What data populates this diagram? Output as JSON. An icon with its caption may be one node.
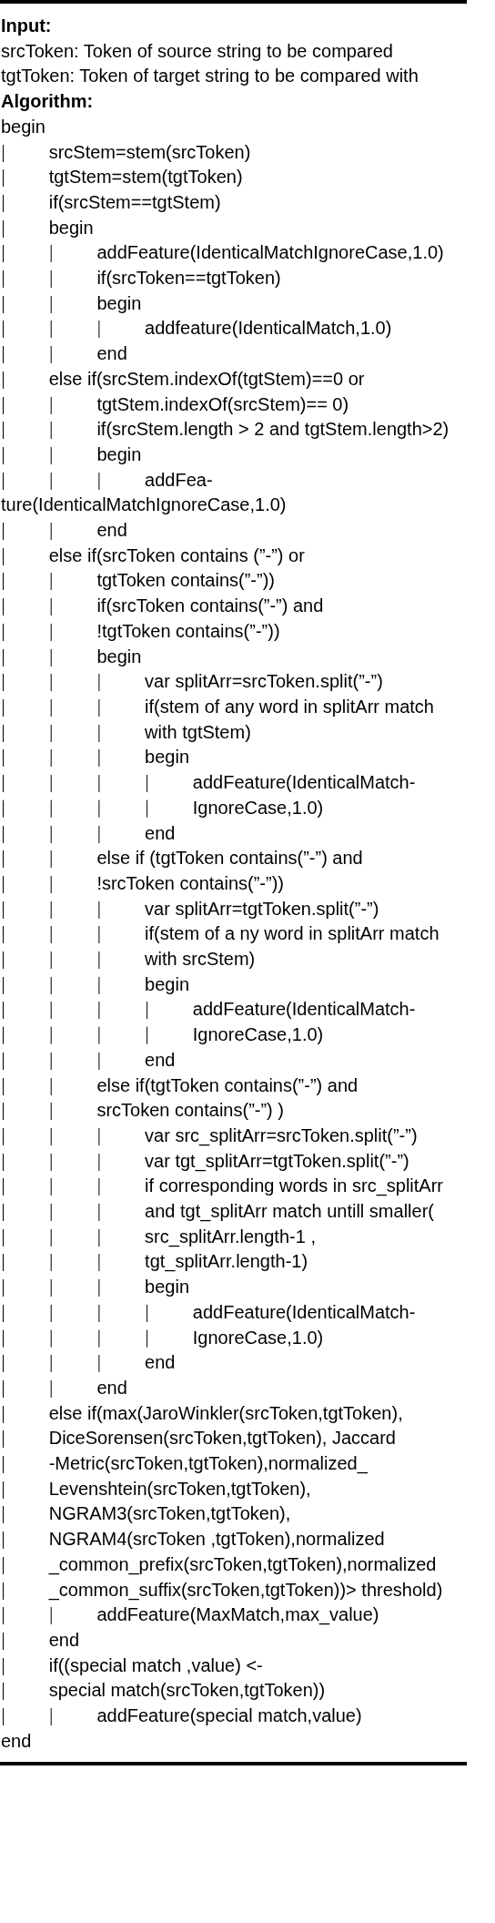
{
  "diagram": {
    "labels": [
      "Input:",
      "srcToken: Token of source string to be compared",
      "tgtToken: Token of target string to be compared with",
      "Algorithm:",
      "begin",
      "srcStem=stem(srcToken)",
      "tgtStem=stem(tgtToken)",
      "if(srcStem==tgtStem)",
      "begin",
      "addFeature(IdenticalMatchIgnoreCase,1.0)",
      "if(srcToken==tgtToken)",
      "begin",
      "addfeature(IdenticalMatch,1.0)",
      "end",
      "else if(srcStem.indexOf(tgtStem)==0 or",
      "tgtStem.indexOf(srcStem)== 0)",
      "if(srcStem.length > 2 and tgtStem.length>2)",
      "begin",
      "addFea- ture(IdenticalMatchIgnoreCase,1.0)",
      "end",
      "else if(srcToken contains (”-”) or",
      "tgtToken contains(”-”))",
      "if(srcToken contains(”-”) and",
      "!tgtToken contains(”-”))",
      "begin",
      "var splitArr=srcToken.split(”-”)",
      "if(stem of any word in splitArr match",
      "with tgtStem)",
      "begin",
      "addFeature(IdenticalMatch- IgnoreCase,1.0)",
      "end",
      "else if (tgtToken contains(”-”) and",
      "!srcToken contains(”-”))",
      "var splitArr=tgtToken.split(”-”)",
      "if(stem of a ny word in splitArr match",
      "with srcStem)",
      "begin",
      "addFeature(IdenticalMatch- IgnoreCase,1.0)",
      "end",
      "else if(tgtToken contains(”-”) and",
      "srcToken contains(”-”) )",
      "var src_splitArr=srcToken.split(”-”)",
      "var tgt_splitArr=tgtToken.split(”-”)",
      "if corresponding words in src_splitArr",
      "and tgt_splitArr match untill smaller(",
      "src_splitArr.length-1 ,",
      "tgt_splitArr.length-1)",
      "begin",
      "addFeature(IdenticalMatch- IgnoreCase,1.0)",
      "end",
      "end",
      "else if(max(JaroWinkler(srcToken,tgtToken),",
      "DiceSorensen(srcToken,tgtToken), Jaccard",
      "-Metric(srcToken,tgtToken),normalized_",
      "Levenshtein(srcToken,tgtToken),",
      "NGRAM3(srcToken,tgtToken),",
      "NGRAM4(srcToken ,tgtToken),normalized",
      "_common_prefix(srcToken,tgtToken),normalized",
      "_common_suffix(srcToken,tgtToken))> threshold)",
      "addFeature(MaxMatch,max_value)",
      "end",
      "if((special match ,value) <-",
      "special match(srcToken,tgtToken))",
      "addFeature(special match,value)",
      "end"
    ]
  }
}
